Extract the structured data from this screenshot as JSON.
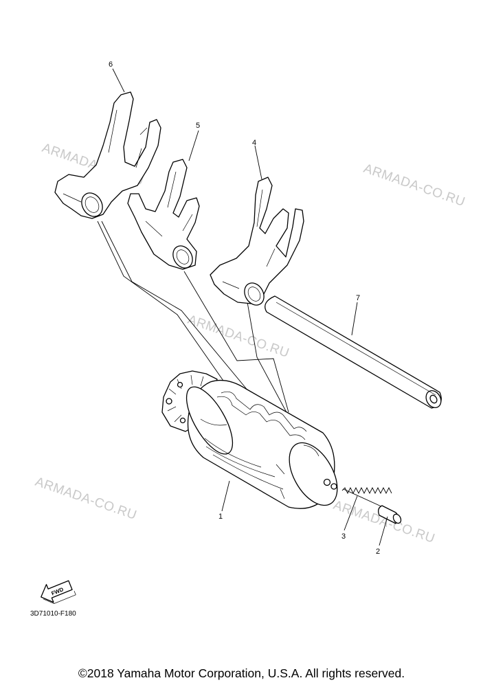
{
  "diagram": {
    "callouts": {
      "p1": "1",
      "p2": "2",
      "p3": "3",
      "p4": "4",
      "p5": "5",
      "p6": "6",
      "p7": "7"
    },
    "watermark": "ARMADA-CO.RU",
    "fwd_label": "FWD",
    "code": "3D71010-F180",
    "copyright": "©2018 Yamaha Motor Corporation, U.S.A. All rights reserved."
  }
}
